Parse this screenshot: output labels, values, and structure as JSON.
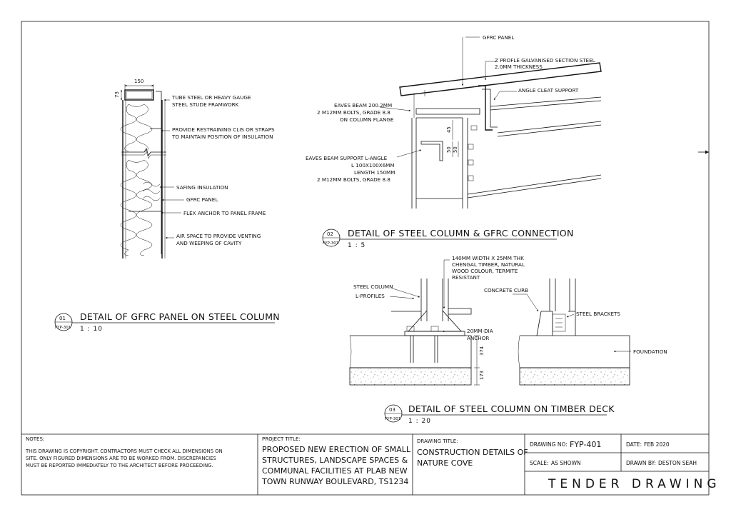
{
  "detail01": {
    "number": "01",
    "ref": "FYP-301",
    "title": "DETAIL OF GFRC PANEL ON STEEL COLUMN",
    "scale": "1 : 10",
    "dim_width": "150",
    "dim_height": "73",
    "labels": [
      "TUBE STEEL OR HEAVY GAUGE",
      "STEEL STUDE FRAMWORK",
      "PROVIDE RESTRAINING CLIS OR STRAPS",
      "TO MAINTAIN POSITION OF INSULATION",
      "SAFING INSULATION",
      "GFRC PANEL",
      "FLEX ANCHOR TO PANEL FRAME",
      "AIR SPACE TO PROVIDE VENTING",
      "AND WEEPING OF CAVITY"
    ]
  },
  "detail02": {
    "number": "02",
    "ref": "FYP-301",
    "title": "DETAIL OF STEEL COLUMN & GFRC CONNECTION",
    "scale": "1 : 5",
    "labels": [
      "GFRC PANEL",
      "Z PROFLE GALVANISED SECTION STEEL",
      "2.0MM THICKNESS",
      "ANGLE CLEAT SUPPORT",
      "EAVES BEAM 200.2MM",
      "2 M12MM BOLTS, GRADE 8.8",
      "ON COLUMN FLANGE",
      "EAVES BEAM SUPPORT L-ANGLE",
      "L 100X100X6MM",
      "LENGTH 150MM",
      "2 M12MM BOLTS, GRADE 8.8"
    ],
    "dims": [
      "45",
      "50",
      "50"
    ]
  },
  "detail03": {
    "number": "03",
    "ref": "FYP-301",
    "title": "DETAIL OF STEEL COLUMN ON TIMBER DECK",
    "scale": "1 : 20",
    "labels": [
      "140MM WIDTH X 25MM THK",
      "CHENGAL TIMBER, NATURAL",
      "WOOD COLOUR, TERMITE",
      "RESISTANT",
      "STEEL COLUMN",
      "L-PROFILES",
      "CONCRETE CURB",
      "STEEL BRACKETS",
      "20MM-DIA",
      "ANCHOR",
      "FOUNDATION"
    ],
    "dims": [
      "374",
      "173"
    ]
  },
  "titleblock": {
    "notes_head": "NOTES:",
    "notes": [
      "THIS DRAWING IS COPYRIGHT. CONTRACTORS MUST CHECK ALL DIMENSIONS ON",
      "SITE. ONLY FIGURED DIMENSIONS ARE TO BE WORKED FROM. DISCREPANCIES",
      "MUST BE REPORTED IMMEDIATELY TO THE ARCHITECT BEFORE PROCEEDING."
    ],
    "project_head": "PROJECT TITLE:",
    "project": [
      "PROPOSED NEW ERECTION OF SMALL",
      "STRUCTURES, LANDSCAPE SPACES &",
      "COMMUNAL FACILITIES AT PLAB NEW",
      "TOWN RUNWAY BOULEVARD, TS1234"
    ],
    "drawing_head": "DRAWING TITLE:",
    "drawing": [
      "CONSTRUCTION DETAILS OF",
      "NATURE COVE"
    ],
    "drawing_no_label": "DRAWING NO:",
    "drawing_no": "FYP-401",
    "date_label": "DATE:",
    "date": "FEB 2020",
    "scale_label": "SCALE:",
    "scale": "AS SHOWN",
    "drawn_label": "DRAWN BY:",
    "drawn": "DESTON SEAH",
    "stamp": "TENDER DRAWING"
  }
}
